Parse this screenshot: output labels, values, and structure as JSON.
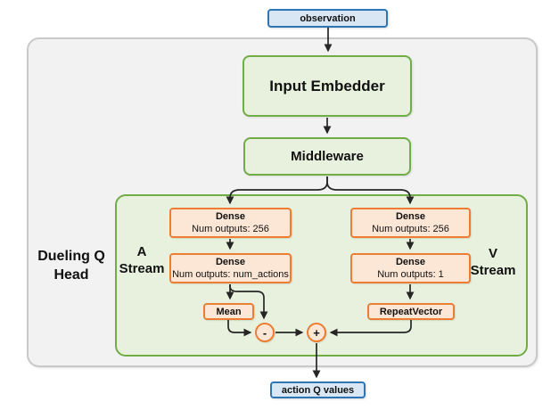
{
  "diagram": {
    "title": "Dueling Q Head network diagram",
    "observation_label": "observation",
    "input_embedder_label": "Input Embedder",
    "middleware_label": "Middleware",
    "head_label": {
      "line1": "Dueling Q",
      "line2": "Head"
    },
    "a_stream": {
      "label_line1": "A",
      "label_line2": "Stream",
      "dense1": {
        "title": "Dense",
        "subtitle": "Num outputs: 256"
      },
      "dense2": {
        "title": "Dense",
        "subtitle": "Num outputs: num_actions"
      },
      "mean_label": "Mean"
    },
    "v_stream": {
      "label_line1": "V",
      "label_line2": "Stream",
      "dense1": {
        "title": "Dense",
        "subtitle": "Num outputs: 256"
      },
      "dense2": {
        "title": "Dense",
        "subtitle": "Num outputs: 1"
      },
      "repeat_vector_label": "RepeatVector"
    },
    "subtract_node_label": "-",
    "add_node_label": "+",
    "action_q_values_label": "action Q values"
  },
  "colors": {
    "io_box_fill": "#d9e7f5",
    "io_box_border": "#2e75b6",
    "green_fill": "#e8f1dd",
    "green_border": "#70ad47",
    "orange_fill": "#fce6d5",
    "orange_border": "#ed7d31",
    "panel_fill": "#f2f2f2",
    "panel_border": "#c9c9c9",
    "arrow": "#262626"
  }
}
